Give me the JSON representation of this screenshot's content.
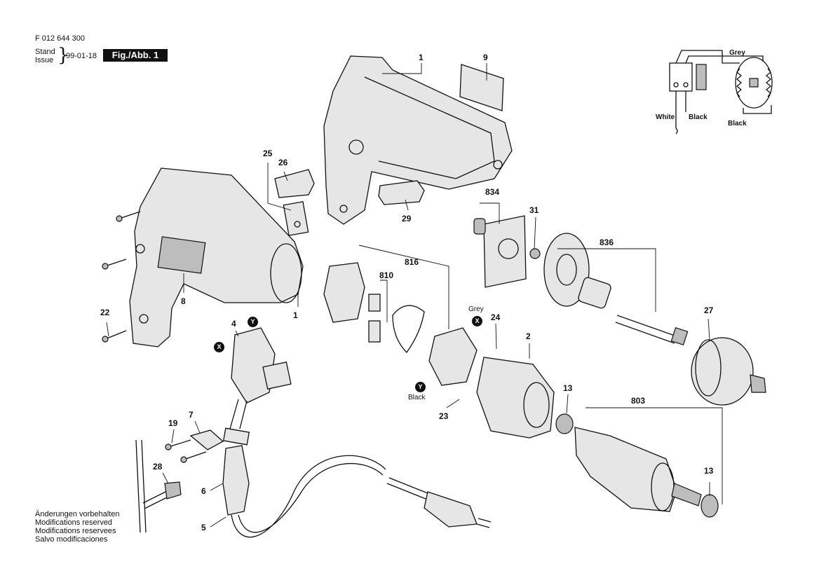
{
  "header": {
    "doc_number": "F 012 644 300",
    "stand_label": "Stand",
    "issue_label": "Issue",
    "issue_date": "99-01-18",
    "figure_label": "Fig./Abb. 1"
  },
  "footer": {
    "notes": [
      "Änderungen vorbehalten",
      "Modifications reserved",
      "Modifications reservees",
      "Salvo modificaciones"
    ]
  },
  "wiring": {
    "grey": "Grey",
    "white": "White",
    "black_left": "Black",
    "black_bottom": "Black"
  },
  "wire_labels": {
    "grey": "Grey",
    "black": "Black"
  },
  "badges": {
    "x": "X",
    "y": "Y"
  },
  "part_labels": {
    "p1_top": "1",
    "p9": "9",
    "p25": "25",
    "p26": "26",
    "p29": "29",
    "p834": "834",
    "p31": "31",
    "p836": "836",
    "p816": "816",
    "p810": "810",
    "p8": "8",
    "p1_left": "1",
    "p22": "22",
    "p4": "4",
    "p24": "24",
    "p2": "2",
    "p27": "27",
    "p13_top": "13",
    "p803": "803",
    "p23": "23",
    "p7": "7",
    "p19": "19",
    "p28": "28",
    "p6": "6",
    "p5": "5",
    "p13_bottom": "13"
  }
}
